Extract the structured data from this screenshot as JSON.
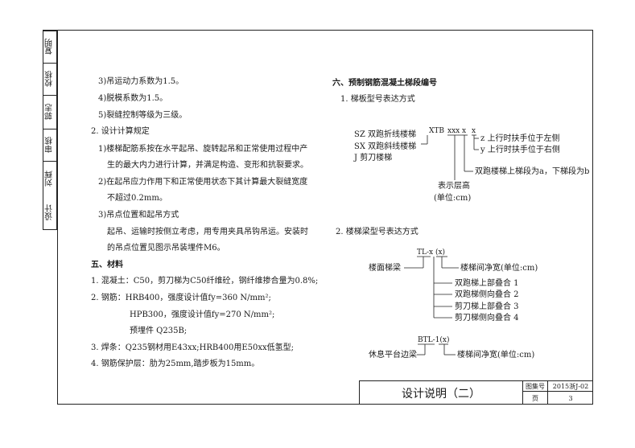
{
  "sign_strip": [
    "设计",
    "刘辉",
    "审核",
    "郭志",
    "校核",
    "复明"
  ],
  "left": {
    "i3": "3)吊运动力系数为1.5。",
    "i4": "4)脱模系数为1.5。",
    "i5": "5)裂缝控制等级为三级。",
    "s2": "2. 设计计算规定",
    "s2_1a": "1)楼梯配筋系按在水平起吊、旋转起吊和正常使用过程中产",
    "s2_1b": "生的最大内力进行计算，并满足构造、变形和抗裂要求。",
    "s2_2a": "2)在起吊应力作用下和正常使用状态下其计算最大裂缝宽度",
    "s2_2b": "不超过0.2mm。",
    "s2_3": "3)吊点位置和起吊方式",
    "s2_3a": "起吊、运输时按侧立考虑，用专用夹具吊钩吊运。安装时",
    "s2_3b": "的吊点位置见图示吊装埋件M6。",
    "s5": "五、材料",
    "m1": "1. 混凝土：C50，剪刀梯为C50纤维砼，钢纤维掺合量为0.8%;",
    "m2": "2. 钢筋：HRB400，强度设计值fy=360 N/mm²;",
    "m2b": "HPB300，强度设计值fy=270 N/mm²;",
    "m2c": "预埋件 Q235B;",
    "m3": "3. 焊条：Q235钢材用E43xx;HRB400用E50xx低氢型;",
    "m4": "4. 钢筋保护层：肋为25mm,踏步板为15mm。"
  },
  "right": {
    "s6": "六、预制钢筋混凝土梯段编号",
    "r1": "1. 梯板型号表达方式",
    "sz": "SZ 双跑折线楼梯",
    "sx": "SX 双跑斜线楼梯",
    "j": "J  剪刀楼梯",
    "code1": "XTB",
    "code2": "xxx",
    "code3": "x",
    "code4": "x",
    "z": "z 上行时扶手位于左侧",
    "y": "y 上行时扶手位于右侧",
    "ab": "双跑楼梯上梯段为a，下梯段为b",
    "floor": "表示层高",
    "unit": "(单位:cm)",
    "r2": "2. 楼梯梁型号表达方式",
    "tl": "TL-x (x)",
    "face": "楼面梯梁",
    "width1": "楼梯间净宽(单位:cm)",
    "o1": "双跑梯上部叠合  1",
    "o2": "双跑梯侧向叠合  2",
    "o3": "剪刀梯上部叠合  3",
    "o4": "剪刀梯侧向叠合  4",
    "btl": "BTL-1(x)",
    "rest": "休息平台边梁",
    "width2": "楼梯间净宽(单位:cm)"
  },
  "title_block": {
    "title": "设计说明（二）",
    "atlas_label": "图集号",
    "atlas_no": "2015浙J-02",
    "page_label": "页",
    "page_no": "3"
  }
}
